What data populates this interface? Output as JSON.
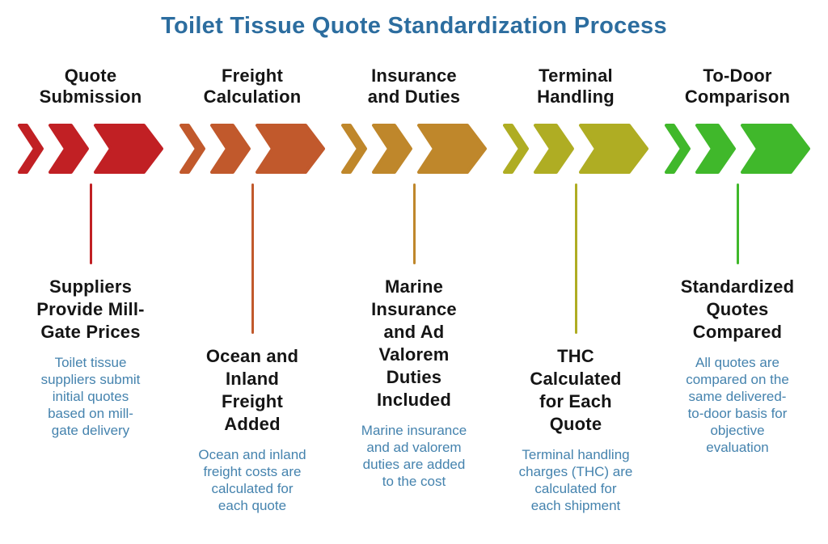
{
  "page_title": {
    "text": "Toilet Tissue Quote Standardization Process",
    "color": "#2C6D9F"
  },
  "colors": {
    "heading_text": "#151515",
    "description_text": "#4583AE",
    "background": "#FFFFFF"
  },
  "stages": [
    {
      "label": "Quote\nSubmission",
      "icon": "chevron-arrows-icon",
      "color": "#C12024",
      "subtitle": "Suppliers\nProvide Mill-\nGate Prices",
      "description": "Toilet tissue\nsuppliers submit\ninitial quotes\nbased on mill-\ngate delivery"
    },
    {
      "label": "Freight\nCalculation",
      "icon": "chevron-arrows-icon",
      "color": "#C1592C",
      "subtitle": "Ocean and\nInland\nFreight\nAdded",
      "description": "Ocean and inland\nfreight costs are\ncalculated for\neach quote"
    },
    {
      "label": "Insurance\nand Duties",
      "icon": "chevron-arrows-icon",
      "color": "#BF872B",
      "subtitle": "Marine\nInsurance\nand Ad\nValorem\nDuties\nIncluded",
      "description": "Marine insurance\nand ad valorem\nduties are added\nto the cost"
    },
    {
      "label": "Terminal\nHandling",
      "icon": "chevron-arrows-icon",
      "color": "#AFAD23",
      "subtitle": "THC\nCalculated\nfor Each\nQuote",
      "description": "Terminal handling\ncharges (THC) are\ncalculated for\neach shipment"
    },
    {
      "label": "To-Door\nComparison",
      "icon": "chevron-arrows-icon",
      "color": "#40B82B",
      "subtitle": "Standardized\nQuotes\nCompared",
      "description": "All quotes are\ncompared on the\nsame delivered-\nto-door basis for\nobjective\nevaluation"
    }
  ]
}
